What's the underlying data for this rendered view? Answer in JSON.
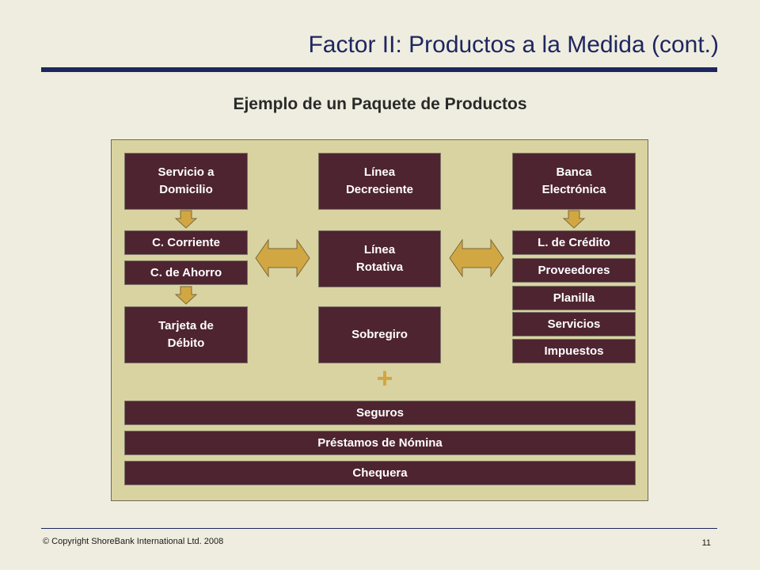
{
  "title": "Factor II:  Productos a la Medida (cont.)",
  "subtitle": "Ejemplo de un Paquete de Productos",
  "colors": {
    "box_fill": "#4e2431",
    "panel_fill": "#d9d3a1",
    "arrow_fill": "#d1a743",
    "title_color": "#1e2660"
  },
  "left_column": {
    "top_box": "Servicio a\nDomicilio",
    "accounts": [
      "C. Corriente",
      "C. de Ahorro"
    ],
    "bottom_box": "Tarjeta de\nDébito"
  },
  "center_column": {
    "top_box": "Línea\nDecreciente",
    "middle_box": "Línea\nRotativa",
    "bottom_box": "Sobregiro"
  },
  "right_column": {
    "top_box": "Banca\nElectrónica",
    "items": [
      "L. de Crédito",
      "Proveedores",
      "Planilla",
      "Servicios",
      "Impuestos"
    ]
  },
  "plus_sign": "+",
  "bottom_bars": [
    "Seguros",
    "Préstamos de Nómina",
    "Chequera"
  ],
  "footer": {
    "copyright": "© Copyright  ShoreBank International Ltd. 2008",
    "page": "11"
  }
}
